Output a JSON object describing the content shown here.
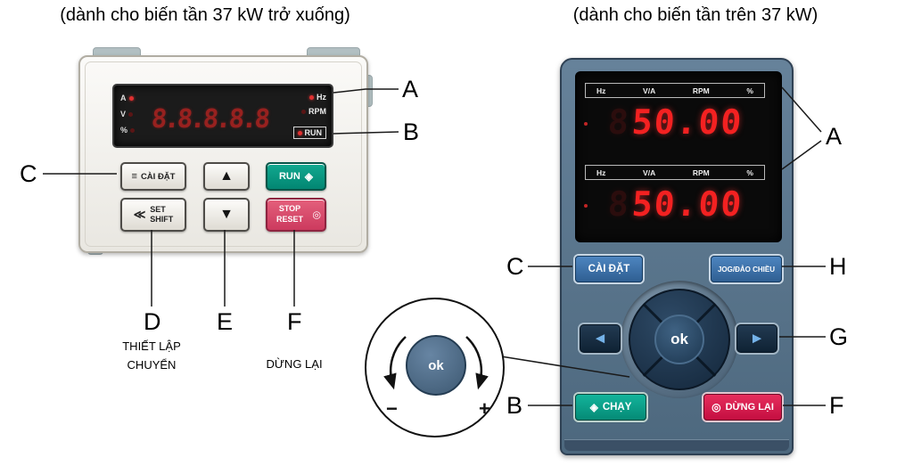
{
  "captions": {
    "left": "(dành cho biến tần 37 kW trở xuống)",
    "right": "(dành cho biến tần trên 37 kW)"
  },
  "callouts": {
    "a": "A",
    "b": "B",
    "c": "C",
    "d": "D",
    "e": "E",
    "f": "F",
    "g": "G",
    "h": "H"
  },
  "left_panel": {
    "display": {
      "row_indicators": [
        "A",
        "V",
        "%"
      ],
      "digits": "8.8.8.8.8",
      "unit_hz": "Hz",
      "unit_rpm": "RPM",
      "run_label": "RUN"
    },
    "buttons": {
      "settings_icon": "≡",
      "settings_label": "CÀI ĐẶT",
      "shift_icon": "≪",
      "set_label": "SET",
      "shift_label": "SHIFT",
      "up_arrow": "▲",
      "down_arrow": "▼",
      "run_label": "RUN",
      "run_icon": "◈",
      "stop_label": "STOP",
      "reset_label": "RESET",
      "stop_icon": "◎"
    },
    "annotations": {
      "d_label_line1": "THIẾT LẬP",
      "d_label_line2": "CHUYỂN",
      "f_label": "DỪNG LẠI"
    }
  },
  "right_panel": {
    "display": {
      "indicators": [
        "Hz",
        "V/A",
        "RPM",
        "%"
      ],
      "ghost_digit": "8",
      "value_top": "50.00",
      "value_bottom": "50.00"
    },
    "buttons": {
      "settings_label": "CÀI ĐẶT",
      "jog_label": "JOG/ĐẢO CHIỀU",
      "ok_label": "ok",
      "left_arrow": "◄",
      "right_arrow": "►",
      "run_icon": "◈",
      "run_label": "CHẠY",
      "stop_icon": "◎",
      "stop_label": "DỪNG LẠI"
    }
  },
  "inset": {
    "ok_label": "ok",
    "minus": "−",
    "plus": "+"
  },
  "colors": {
    "run_green": "#069e88",
    "stop_red": "#d42355",
    "digit_red": "#f32121",
    "button_blue": "#3d72ad",
    "panel_blue": "#57758c",
    "led_red": "#e03030"
  }
}
